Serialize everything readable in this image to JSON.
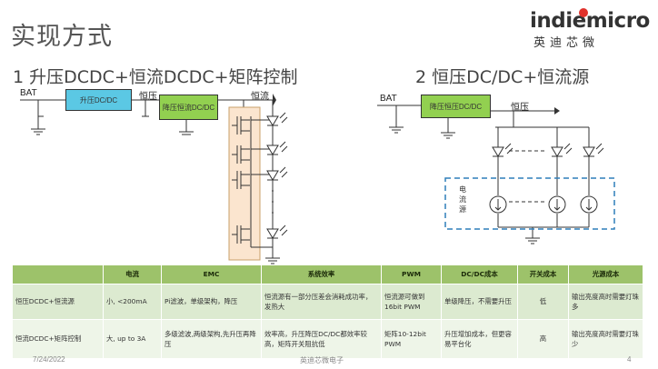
{
  "slide_title": "实现方式",
  "logo": {
    "brand": "indiemicro",
    "cn_name": "英迪芯微"
  },
  "sections": {
    "left": "1 升压DCDC+恒流DCDC+矩阵控制",
    "right": "2 恒压DC/DC+恒流源"
  },
  "left_diagram": {
    "bat": "BAT",
    "boost_box": "升压DC/DC",
    "boost_label": "恒压",
    "buck_box": "降压恒流DC/DC",
    "current_label": "恒流"
  },
  "right_diagram": {
    "bat": "BAT",
    "box": "降压恒压DC/DC",
    "voltage_label": "恒压",
    "cc_label": "电流源"
  },
  "colors": {
    "boost_box": "#5bc8e4",
    "buck_box": "#92d050",
    "matrix_bg": "#fbe5cf",
    "matrix_border": "#c8a06a",
    "dashed_box": "#2f7fba",
    "table_head": "#9dc26a"
  },
  "table": {
    "headers": [
      "",
      "电流",
      "EMC",
      "系统效率",
      "PWM",
      "DC/DC成本",
      "开关成本",
      "光源成本"
    ],
    "rows": [
      [
        "恒压DCDC+恒流源",
        "小, <200mA",
        "Pi滤波，单级架构，降压",
        "恒流源有一部分压差会消耗成功率，发热大",
        "恒流源可做到16bit PWM",
        "单级降压，不需要升压",
        "低",
        "输出亮度高时需要灯珠多"
      ],
      [
        "恒流DCDC+矩阵控制",
        "大, up to 3A",
        "多级滤波,两级架构,先升压再降压",
        "效率高，升压降压DC/DC都效率较高，矩阵开关阻抗低",
        "矩阵10-12bit PWM",
        "升压增加成本，但更容易平台化",
        "高",
        "输出亮度高时需要灯珠少"
      ]
    ]
  },
  "footer": {
    "date": "7/24/2022",
    "company": "英迪芯微电子",
    "page": "4"
  }
}
